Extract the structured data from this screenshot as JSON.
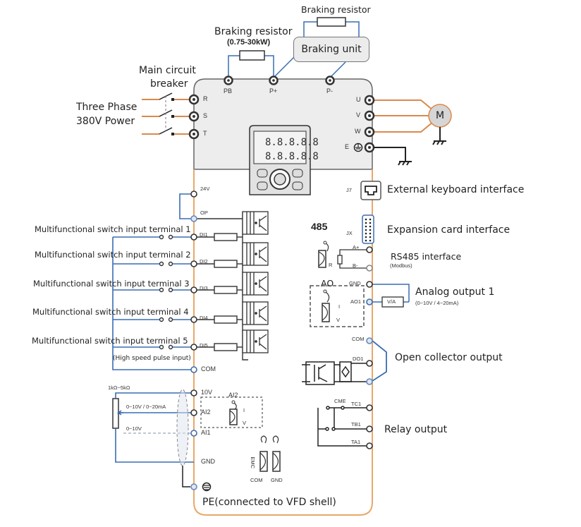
{
  "braking": {
    "top_resistor": "Braking resistor",
    "left_resistor": "Braking resistor",
    "left_resistor_range": "(0.75-30kW)",
    "unit": "Braking unit",
    "terminals": [
      "PB",
      "P+",
      "P-"
    ]
  },
  "power": {
    "breaker_line1": "Main circuit",
    "breaker_line2": "breaker",
    "source_line1": "Three Phase",
    "source_line2": "380V Power",
    "terminals": [
      "R",
      "S",
      "T"
    ]
  },
  "motor": {
    "label": "M",
    "terminals": [
      "U",
      "V",
      "W",
      "E"
    ]
  },
  "right_side": {
    "j7": "J7",
    "keyboard": "External keyboard interface",
    "jx": "JX",
    "expansion": "Expansion card interface",
    "rs485_jumper": "485",
    "rs485_r": "R",
    "a_plus": "A+",
    "b_minus": "B-",
    "rs485": "RS485 interface",
    "modbus": "(Modbus)",
    "ao_jumper": "AO",
    "ao_i": "I",
    "ao_v": "V",
    "gnd": "GND",
    "ao1": "AO1",
    "va": "V/A",
    "analog": "Analog output 1",
    "analog_range": "(0~10V / 4~20mA)",
    "com": "COM",
    "do1": "DO1",
    "open_collector": "Open collector output",
    "cme": "CME",
    "tc1": "TC1",
    "tb1": "TB1",
    "ta1": "TA1",
    "relay": "Relay output"
  },
  "inputs": {
    "v24": "24V",
    "op": "OP",
    "terminals": [
      {
        "label": "Multifunctional switch input terminal 1",
        "pin": "DI1"
      },
      {
        "label": "Multifunctional switch input terminal 2",
        "pin": "DI2"
      },
      {
        "label": "Multifunctional switch input terminal 3",
        "pin": "DI3"
      },
      {
        "label": "Multifunctional switch input terminal 4",
        "pin": "DI4"
      },
      {
        "label": "Multifunctional switch input terminal 5",
        "pin": "DI5"
      }
    ],
    "pulse_note": "(High speed pulse input)",
    "com": "COM"
  },
  "analog_in": {
    "pot_range": "1kΩ~5kΩ",
    "v10": "10V",
    "ai2": "AI2",
    "ai2_range": "0~10V / 0~20mA",
    "ai1": "AI1",
    "ai1_range": "0~10V",
    "gnd": "GND",
    "ai2_jumper": "AI2",
    "ai2_i": "I",
    "ai2_v": "V",
    "emc": "EMC",
    "emc_com": "COM",
    "emc_gnd": "GND",
    "pe": "PE(connected to VFD shell)"
  }
}
